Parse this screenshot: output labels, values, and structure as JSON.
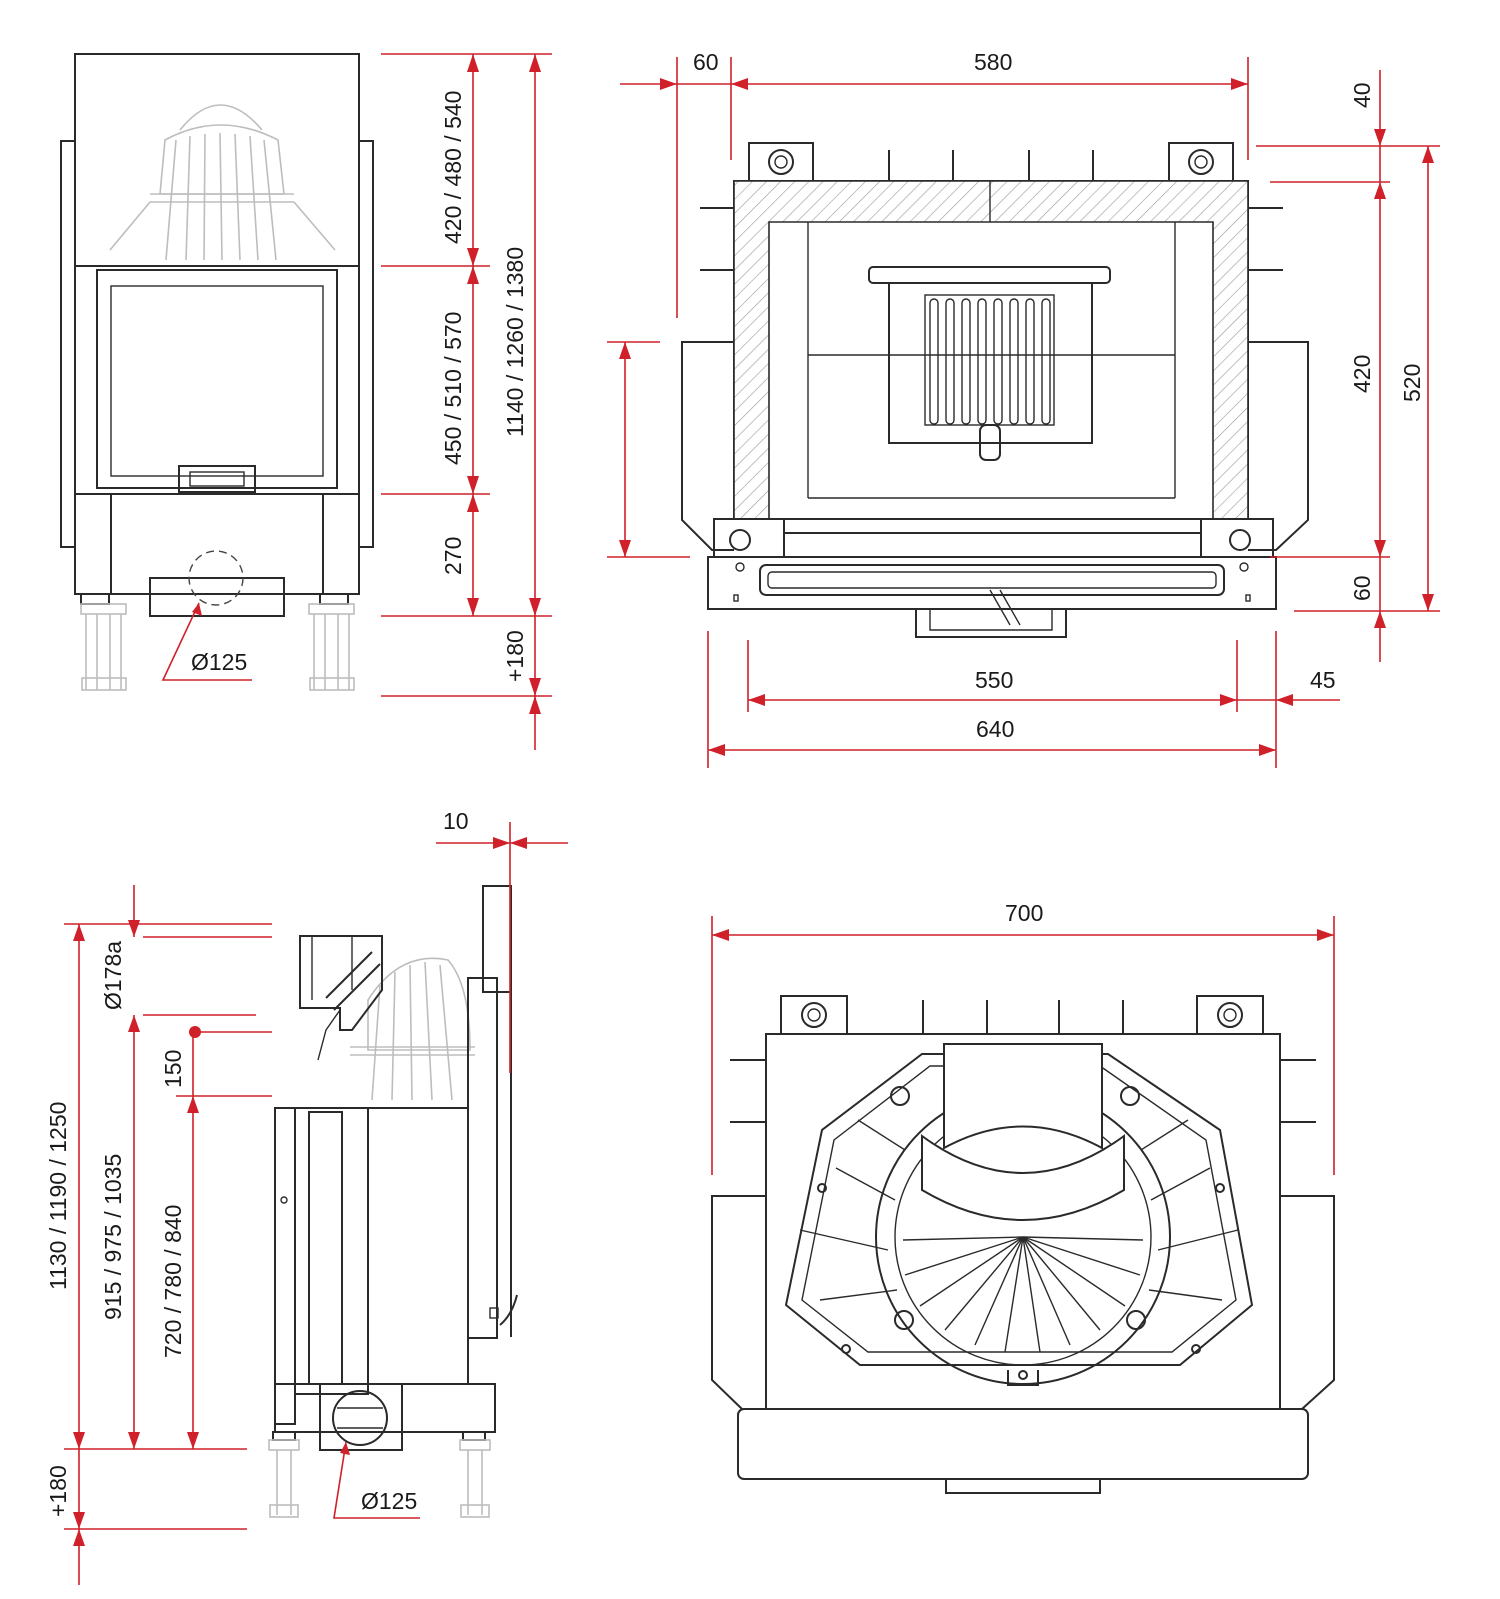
{
  "colors": {
    "dimension": "#d0202a",
    "drawing": "#2a2a2a",
    "faint": "#bdbdbd"
  },
  "front_view": {
    "dim_upper": "420 / 480 / 540",
    "dim_door": "450 / 510 / 570",
    "dim_base": "270",
    "dim_total": "1140 / 1260 / 1380",
    "dim_legs": "+180",
    "flue": "Ø125"
  },
  "top_view": {
    "dim_left": "60",
    "dim_width_top": "580",
    "dim_top_offset": "40",
    "dim_depth": "420",
    "dim_total_depth": "520",
    "dim_front_offset": "60",
    "dim_inner": "550",
    "dim_right": "45",
    "dim_total_width": "640"
  },
  "side_view": {
    "dim_offset": "10",
    "dim_flue": "Ø178a",
    "dim_150": "150",
    "dim_total": "1130 / 1190 / 1250",
    "dim_mid": "915 / 975 / 1035",
    "dim_low": "720 / 780 / 840",
    "dim_legs": "+180",
    "flue": "Ø125"
  },
  "bottom_view": {
    "dim_width": "700"
  }
}
